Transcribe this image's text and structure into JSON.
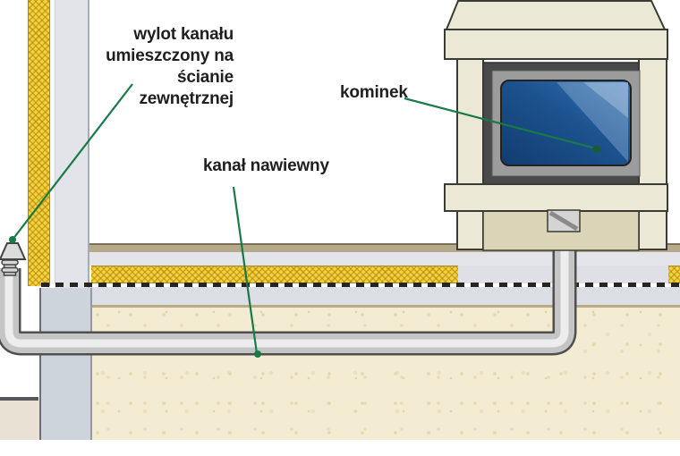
{
  "labels": {
    "outlet": {
      "lines": [
        "wylot kanału",
        "umieszczony na",
        "ścianie",
        "zewnętrznej"
      ]
    },
    "duct": "kanał nawiewny",
    "fireplace": "kominek"
  },
  "colors": {
    "leader_green": "#1a7a47",
    "label_text": "#1f1f1f",
    "insulation_yellow": "#f2d240",
    "fireplace_cream": "#ece8d6",
    "firebox_glass_blue": "#1c538f",
    "duct_gray": "#c5c5c5",
    "ground_sand": "#f4ecd2",
    "wall_gray": "#e3e4ea"
  }
}
